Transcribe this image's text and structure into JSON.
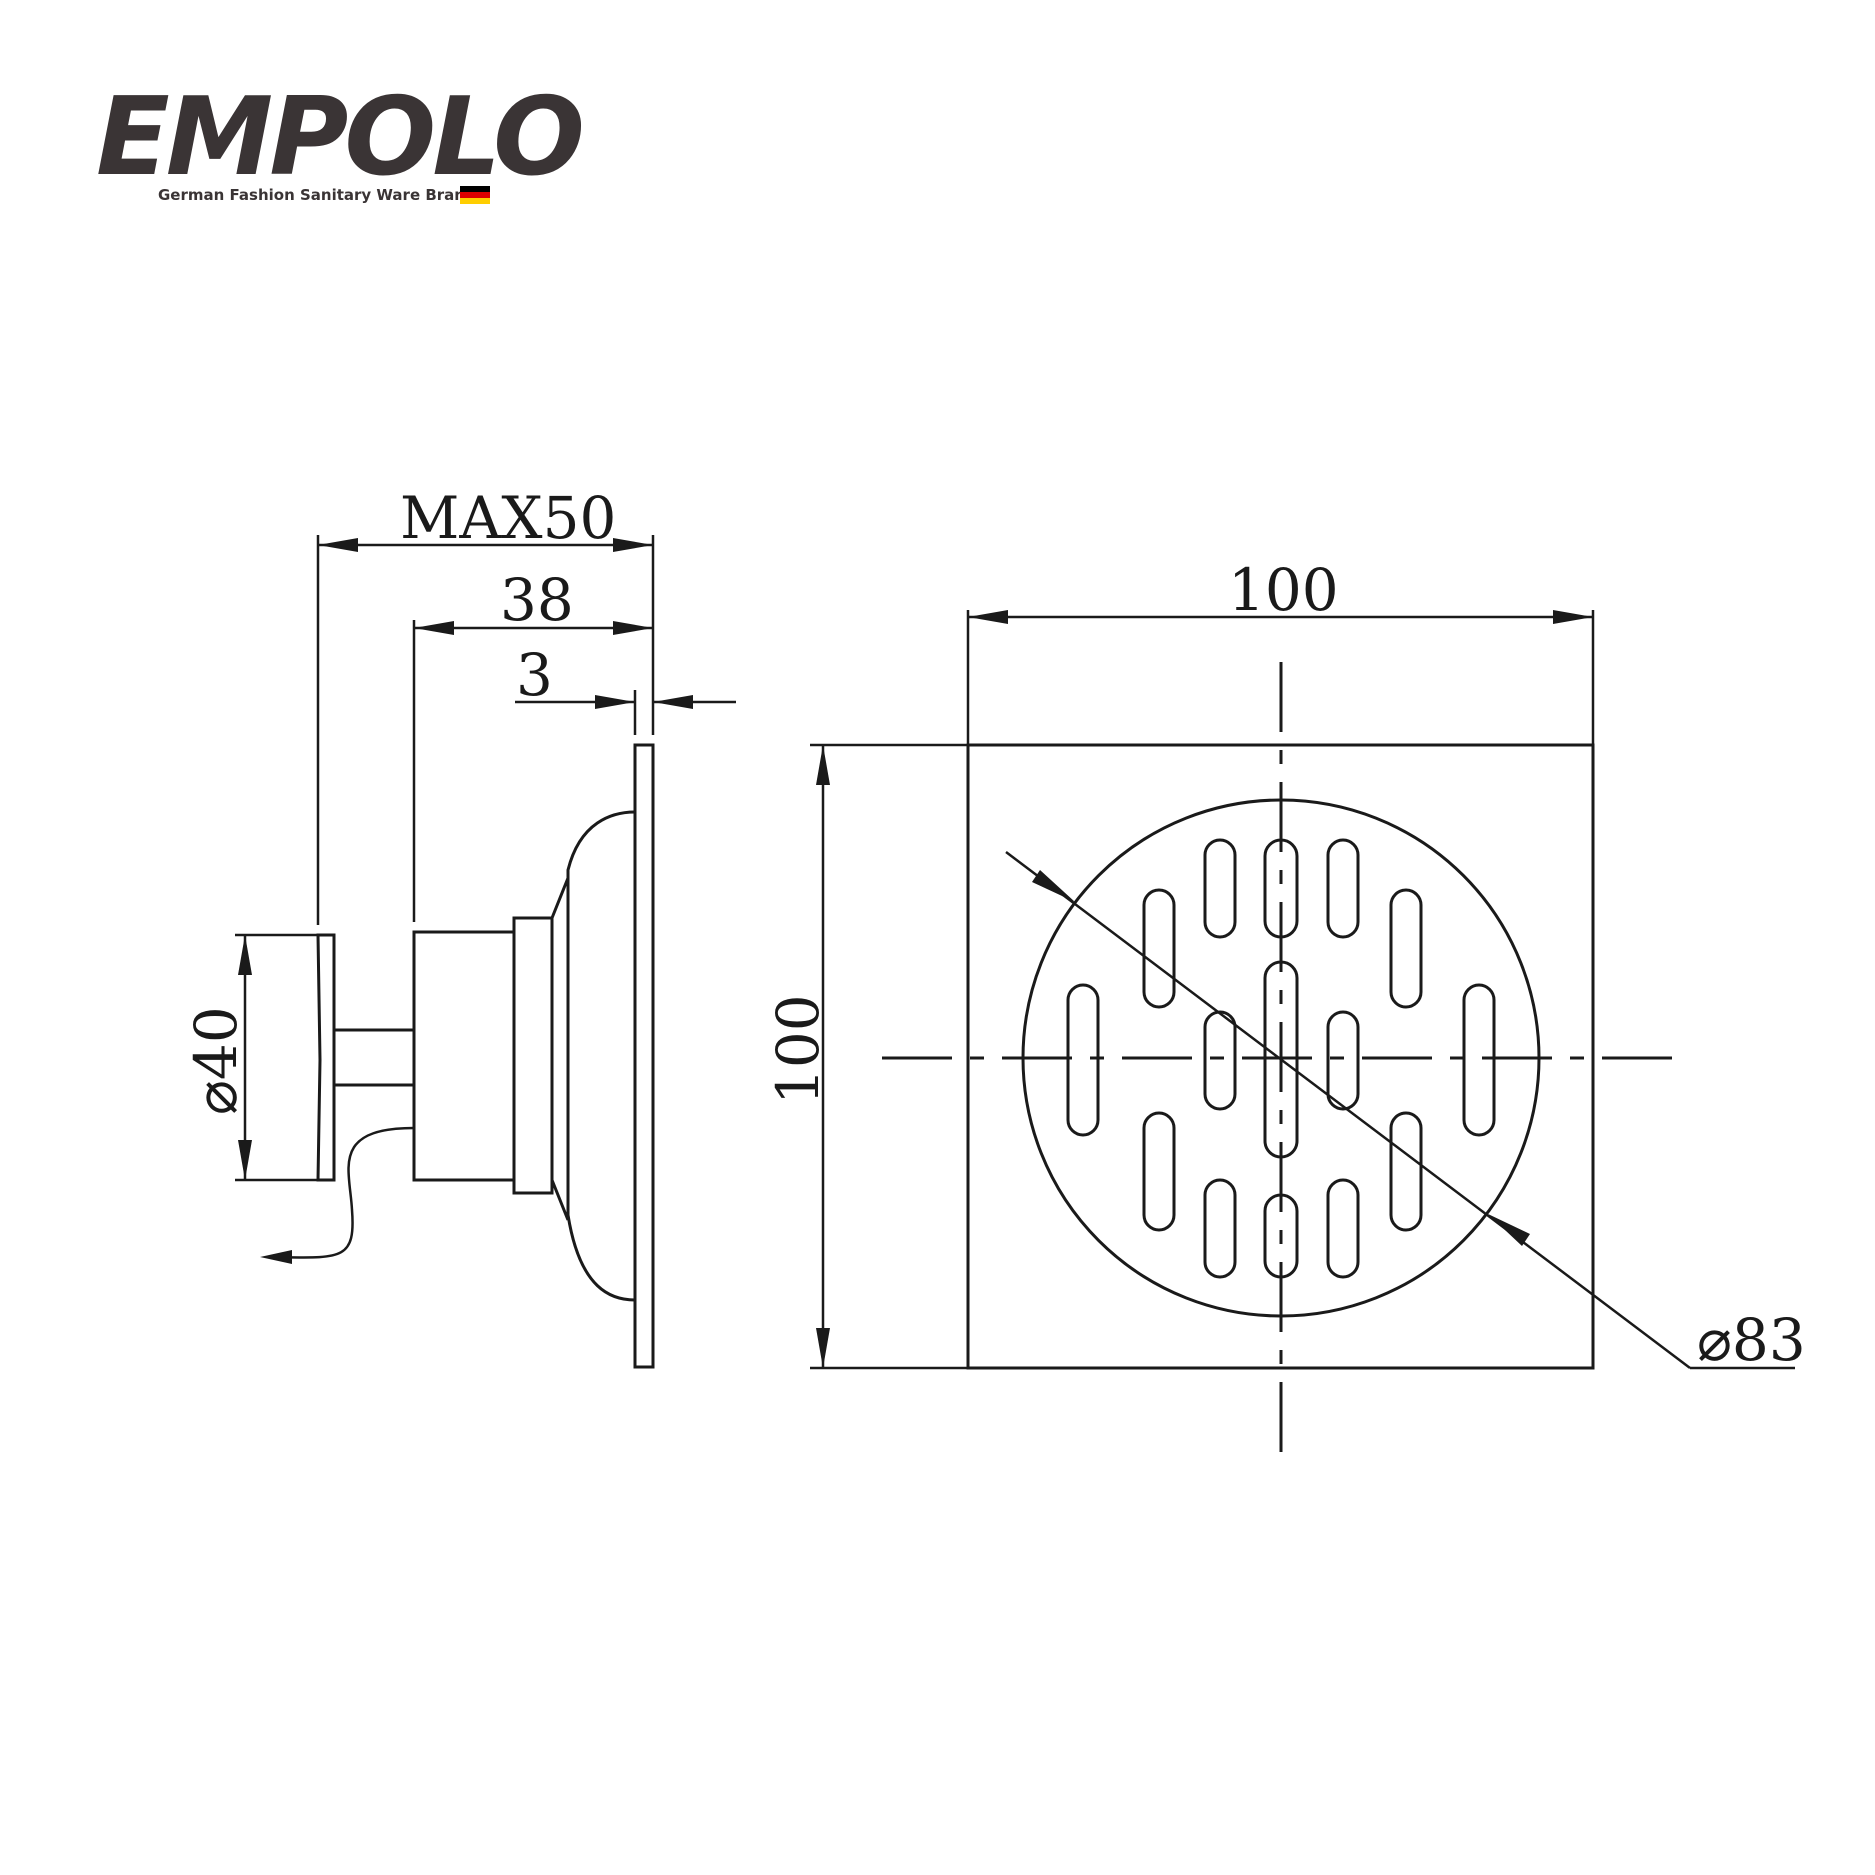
{
  "brand": {
    "name": "EMPOLO",
    "tagline": "German Fashion Sanitary Ware Brand",
    "flag_colors": [
      "#000000",
      "#dd0000",
      "#ffce00"
    ]
  },
  "dimensions": {
    "max_depth": "MAX50",
    "body_depth": "38",
    "plate_thickness": "3",
    "outlet_diameter": "⌀40",
    "width_top": "100",
    "height_side": "100",
    "grate_diameter": "⌀83"
  },
  "icons": {
    "flag": "german-flag-icon"
  }
}
